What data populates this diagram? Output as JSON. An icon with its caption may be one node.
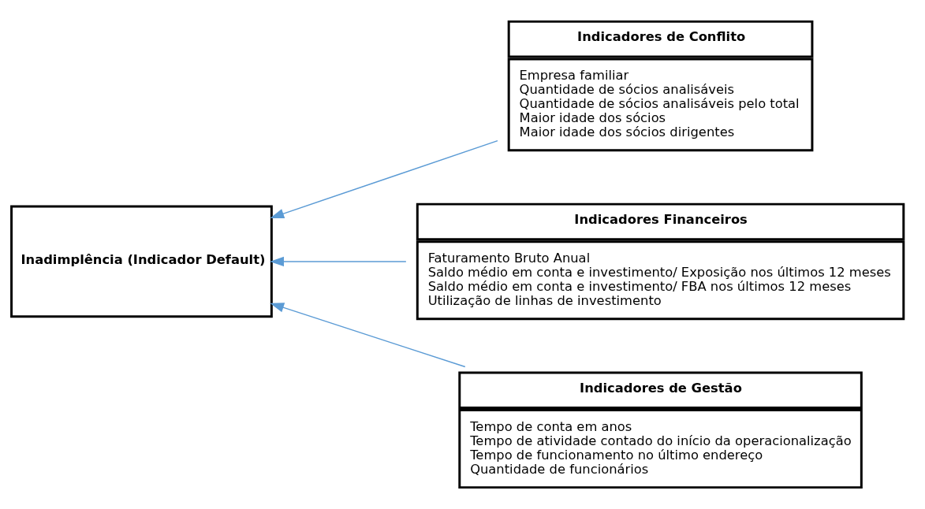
{
  "diagram": {
    "nodes": [
      {
        "text": [
          "Inadimplência (Indicador Default)"
        ]
      },
      {
        "text": [
          "Indicadores de Conflito",
          "Empresa familiar",
          "Quantidade de sócios analisáveis",
          "Quantidade de sócios analisáveis pelo total",
          "Maior idade dos sócios",
          "Maior idade dos sócios dirigentes"
        ]
      },
      {
        "text": [
          "Indicadores Financeiros",
          "Faturamento Bruto Anual",
          "Saldo médio em conta e investimento/ Exposição nos últimos 12 meses",
          "Saldo médio em conta e investimento/ FBA nos últimos 12 meses",
          "Utilização de linhas de investimento"
        ]
      },
      {
        "text": [
          "Indicadores de Gestão",
          "Tempo de conta em anos",
          "Tempo de atividade contado do início da operacionalização",
          "Tempo de funcionamento no último endereço",
          "Quantidade de funcionários"
        ]
      }
    ],
    "edges": [
      {
        "from": 1,
        "to": 0,
        "arrow": "to",
        "color": "#5b9bd5"
      },
      {
        "from": 2,
        "to": 0,
        "arrow": "to",
        "color": "#5b9bd5"
      },
      {
        "from": 3,
        "to": 0,
        "arrow": "to",
        "color": "#5b9bd5"
      }
    ]
  }
}
